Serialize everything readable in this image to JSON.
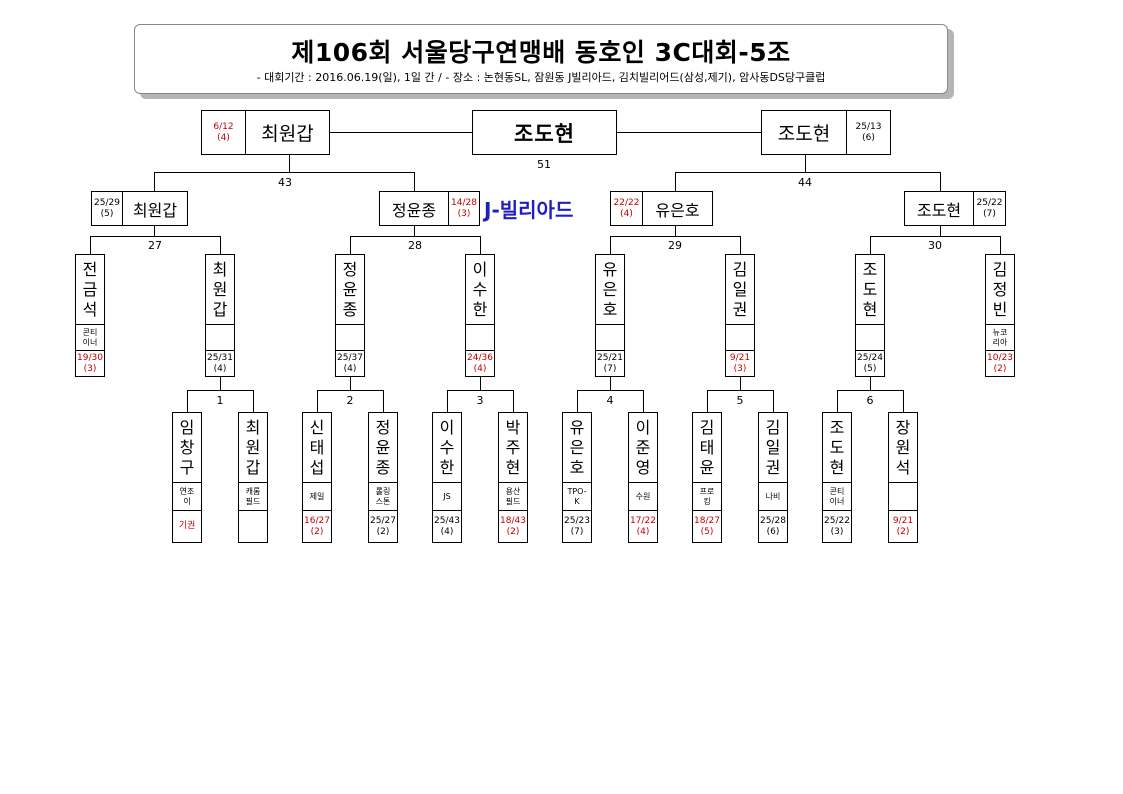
{
  "header": {
    "title": "제106회 서울당구연맹배 동호인 3C대회-5조",
    "subtitle": "-  대회기간 : 2016.06.19(일), 1일 간 / - 장소 : 논현동SL, 잠원동 J빌리아드, 김치빌리어드(삼성,제기), 암사동DS당구클럽"
  },
  "venue": "J-빌리아드",
  "final": {
    "champion": "조도현",
    "match_no": "51",
    "left": {
      "name": "최원갑",
      "score": "6/12",
      "inn": "(4)"
    },
    "right": {
      "name": "조도현",
      "score": "25/13",
      "inn": "(6)"
    }
  },
  "semis": [
    {
      "match_no": "43",
      "a": {
        "name": "최원갑",
        "score": "25/29",
        "inn": "(5)"
      },
      "b": {
        "name": "정윤종",
        "score": "14/28",
        "inn": "(3)"
      }
    },
    {
      "match_no": "44",
      "a": {
        "name": "유은호",
        "score": "22/22",
        "inn": "(4)"
      },
      "b": {
        "name": "조도현",
        "score": "25/22",
        "inn": "(7)"
      }
    }
  ],
  "r16_nums": [
    "27",
    "28",
    "29",
    "30"
  ],
  "r16": [
    {
      "chars": [
        "전",
        "금",
        "석"
      ],
      "club": [
        "콘티",
        "이너"
      ],
      "score": "19/30",
      "inn": "(3)",
      "red": true
    },
    {
      "chars": [
        "최",
        "원",
        "갑"
      ],
      "club": [],
      "score": "25/31",
      "inn": "(4)",
      "red": false
    },
    {
      "chars": [
        "정",
        "윤",
        "종"
      ],
      "club": [],
      "score": "25/37",
      "inn": "(4)",
      "red": false
    },
    {
      "chars": [
        "이",
        "수",
        "한"
      ],
      "club": [],
      "score": "24/36",
      "inn": "(4)",
      "red": true
    },
    {
      "chars": [
        "유",
        "은",
        "호"
      ],
      "club": [],
      "score": "25/21",
      "inn": "(7)",
      "red": false
    },
    {
      "chars": [
        "김",
        "일",
        "권"
      ],
      "club": [],
      "score": "9/21",
      "inn": "(3)",
      "red": true
    },
    {
      "chars": [
        "조",
        "도",
        "현"
      ],
      "club": [],
      "score": "25/24",
      "inn": "(5)",
      "red": false
    },
    {
      "chars": [
        "김",
        "정",
        "빈"
      ],
      "club": [
        "뉴코",
        "리아"
      ],
      "score": "10/23",
      "inn": "(2)",
      "red": true
    }
  ],
  "r32_nums": [
    "1",
    "2",
    "3",
    "4",
    "5",
    "6"
  ],
  "r32": [
    {
      "chars": [
        "임",
        "창",
        "구"
      ],
      "club": [
        "연조",
        "이"
      ],
      "score": "기권",
      "inn": "",
      "red": true
    },
    {
      "chars": [
        "최",
        "원",
        "갑"
      ],
      "club": [
        "캐롬",
        "필드"
      ],
      "score": "",
      "inn": "",
      "red": false
    },
    {
      "chars": [
        "신",
        "태",
        "섭"
      ],
      "club": [
        "제일"
      ],
      "score": "16/27",
      "inn": "(2)",
      "red": true
    },
    {
      "chars": [
        "정",
        "윤",
        "종"
      ],
      "club": [
        "롤링",
        "스톤"
      ],
      "score": "25/27",
      "inn": "(2)",
      "red": false
    },
    {
      "chars": [
        "이",
        "수",
        "한"
      ],
      "club": [
        "JS"
      ],
      "score": "25/43",
      "inn": "(4)",
      "red": false
    },
    {
      "chars": [
        "박",
        "주",
        "현"
      ],
      "club": [
        "용산",
        "필드"
      ],
      "score": "18/43",
      "inn": "(2)",
      "red": true
    },
    {
      "chars": [
        "유",
        "은",
        "호"
      ],
      "club": [
        "TPO-",
        "K"
      ],
      "score": "25/23",
      "inn": "(7)",
      "red": false
    },
    {
      "chars": [
        "이",
        "준",
        "영"
      ],
      "club": [
        "수원"
      ],
      "score": "17/22",
      "inn": "(4)",
      "red": true
    },
    {
      "chars": [
        "김",
        "태",
        "윤"
      ],
      "club": [
        "프로",
        "킹"
      ],
      "score": "18/27",
      "inn": "(5)",
      "red": true
    },
    {
      "chars": [
        "김",
        "일",
        "권"
      ],
      "club": [
        "나비"
      ],
      "score": "25/28",
      "inn": "(6)",
      "red": false
    },
    {
      "chars": [
        "조",
        "도",
        "현"
      ],
      "club": [
        "콘티",
        "이너"
      ],
      "score": "25/22",
      "inn": "(3)",
      "red": false
    },
    {
      "chars": [
        "장",
        "원",
        "석"
      ],
      "club": [],
      "score": "9/21",
      "inn": "(2)",
      "red": true
    }
  ]
}
